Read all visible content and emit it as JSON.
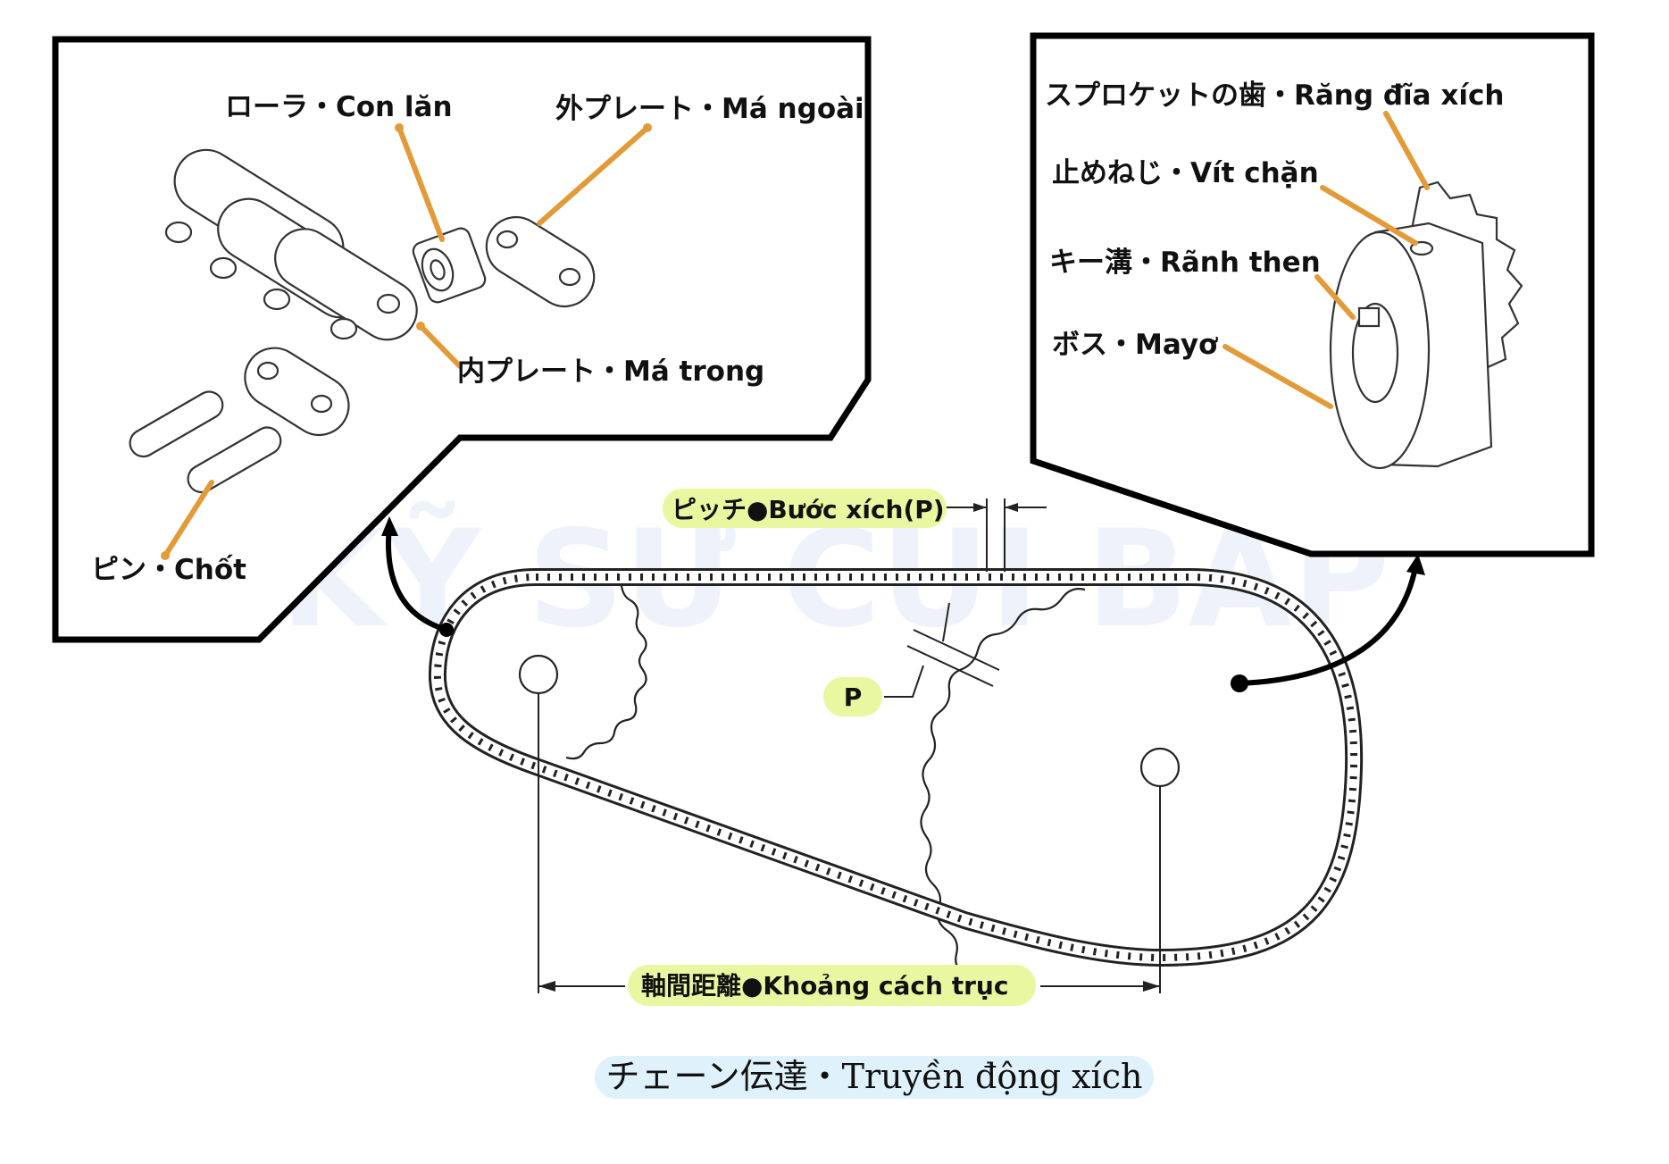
{
  "chain_parts": {
    "roller": "ローラ・Con lăn",
    "outer_plate": "外プレート・Má ngoài",
    "inner_plate": "内プレート・Má trong",
    "pin": "ピン・Chốt"
  },
  "sprocket_parts": {
    "tooth": "スプロケットの歯・Răng đĩa xích",
    "set_screw": "止めねじ・Vít chặn",
    "keyway": "キー溝・Rãnh then",
    "boss": "ボス・Mayơ"
  },
  "drive": {
    "pitch_label": "ピッチ●Bước xích(P)",
    "p_label": "P",
    "center_distance_label": "軸間距離●Khoảng cách trục",
    "caption": "チェーン伝達・Truyền động xích"
  },
  "watermark": "KỸ SƯ CÙI BẮP",
  "colors": {
    "leader": "#e39a38",
    "pill": "#e8f7a0",
    "caption_bg": "#dff1fb"
  }
}
